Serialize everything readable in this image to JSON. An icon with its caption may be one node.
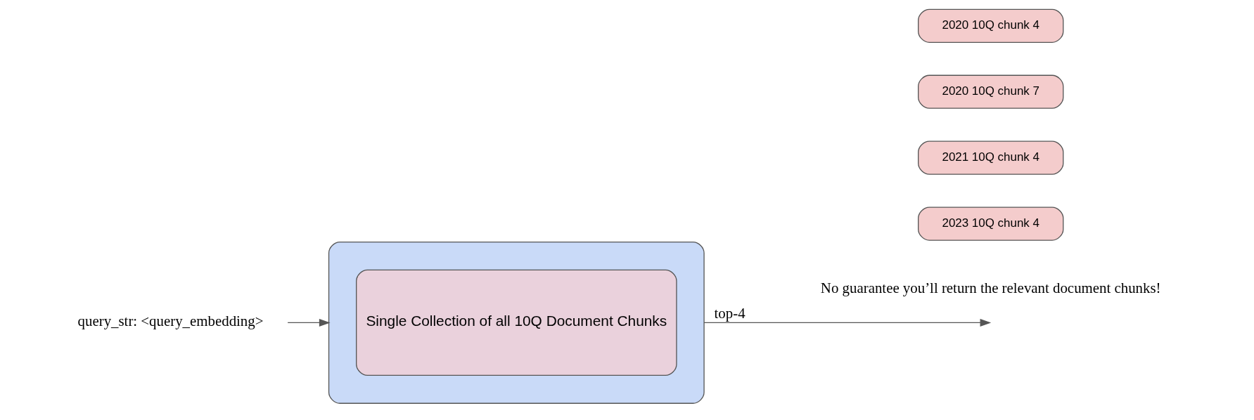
{
  "diagram": {
    "nodes": [
      {
        "text": [
          "query_str: <query_embedding>"
        ]
      },
      {
        "text": [],
        "shape": "cylinder"
      },
      {
        "text": [
          "Single Collection of all 10Q Document Chunks"
        ],
        "in": 1
      },
      {
        "text": [
          "2020 10Q chunk 4"
        ]
      },
      {
        "text": [
          "2020 10Q chunk 7"
        ]
      },
      {
        "text": [
          "2021 10Q chunk 4"
        ]
      },
      {
        "text": [
          "2023 10Q chunk 4"
        ]
      }
    ],
    "edges": [
      {
        "from": 0,
        "to": 1,
        "arrow": "to"
      },
      {
        "from": 1,
        "to": null,
        "arrow": "to",
        "label": "top-4"
      }
    ],
    "labels": [
      "No guarantee you’ll return the relevant document chunks!"
    ]
  }
}
